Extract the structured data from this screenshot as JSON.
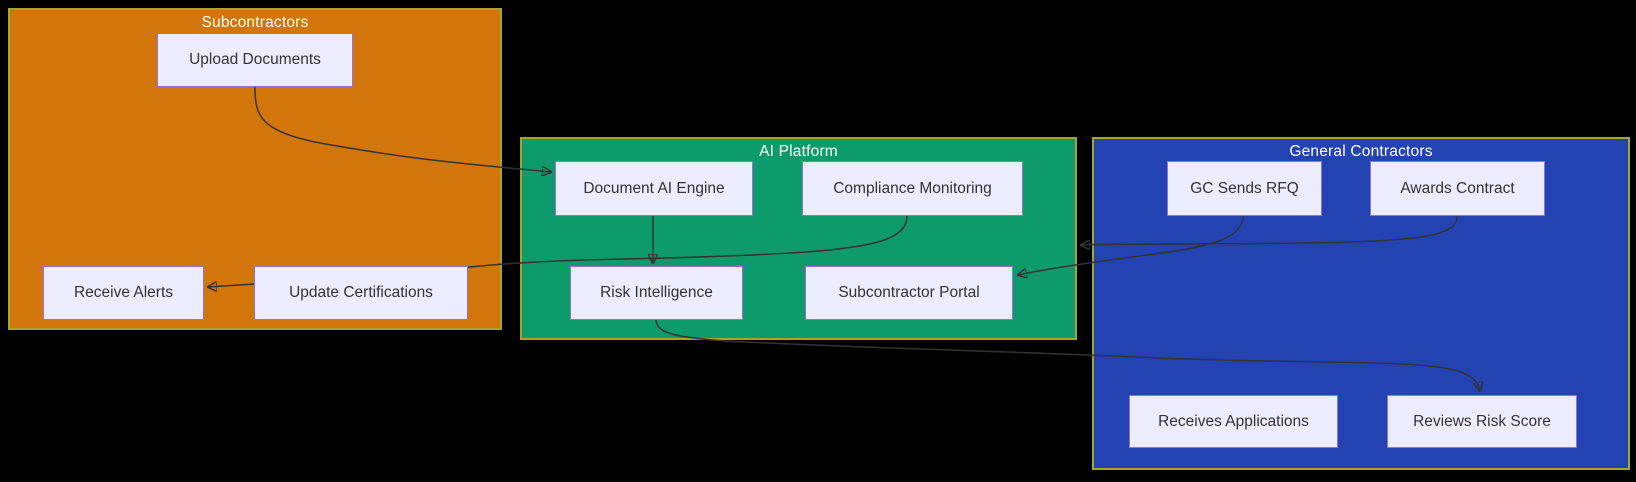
{
  "diagram_type": "flowchart",
  "groups": {
    "subcontractors": {
      "title": "Subcontractors",
      "fill": "#d2760b"
    },
    "ai_platform": {
      "title": "AI Platform",
      "fill": "#0e9b6c"
    },
    "general_contractors": {
      "title": "General Contractors",
      "fill": "#2343b2"
    }
  },
  "nodes": {
    "upload_documents": {
      "label": "Upload Documents",
      "group": "Subcontractors"
    },
    "receive_alerts": {
      "label": "Receive Alerts",
      "group": "Subcontractors"
    },
    "update_certifications": {
      "label": "Update Certifications",
      "group": "Subcontractors"
    },
    "document_ai_engine": {
      "label": "Document AI Engine",
      "group": "AI Platform"
    },
    "compliance_monitoring": {
      "label": "Compliance Monitoring",
      "group": "AI Platform"
    },
    "risk_intelligence": {
      "label": "Risk Intelligence",
      "group": "AI Platform"
    },
    "subcontractor_portal": {
      "label": "Subcontractor Portal",
      "group": "AI Platform"
    },
    "gc_sends_rfq": {
      "label": "GC Sends RFQ",
      "group": "General Contractors"
    },
    "awards_contract": {
      "label": "Awards Contract",
      "group": "General Contractors"
    },
    "receives_applications": {
      "label": "Receives Applications",
      "group": "General Contractors"
    },
    "reviews_risk_score": {
      "label": "Reviews Risk Score",
      "group": "General Contractors"
    }
  },
  "edges": [
    {
      "from": "Upload Documents",
      "to": "Document AI Engine"
    },
    {
      "from": "Document AI Engine",
      "to": "Risk Intelligence"
    },
    {
      "from": "Compliance Monitoring",
      "to": "Receive Alerts"
    },
    {
      "from": "GC Sends RFQ",
      "to": "Subcontractor Portal"
    },
    {
      "from": "Awards Contract",
      "to": "AI Platform"
    },
    {
      "from": "Risk Intelligence",
      "to": "Reviews Risk Score"
    }
  ],
  "colors": {
    "background": "#000000",
    "group_border": "#a6a62b",
    "subcontractors_fill": "#d2760b",
    "ai_platform_fill": "#0e9b6c",
    "general_contractors_fill": "#2343b2",
    "node_fill": "#ececff",
    "node_border": "#9370db",
    "node_text": "#333333",
    "title_text": "#ffffff",
    "edge": "#333333"
  }
}
